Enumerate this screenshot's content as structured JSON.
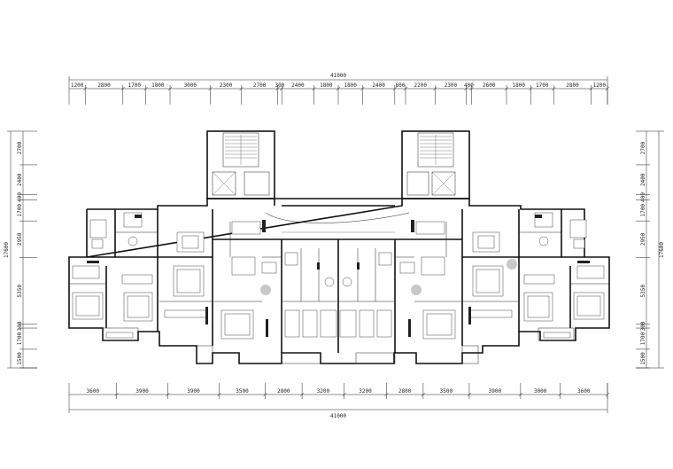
{
  "top_dimension": {
    "total": "41000",
    "segments": [
      "1200",
      "2800",
      "1700",
      "1800",
      "3000",
      "2300",
      "2700",
      "300",
      "2400",
      "1800",
      "1800",
      "2400",
      "800",
      "2200",
      "2300",
      "400",
      "2600",
      "1800",
      "1700",
      "2800",
      "1200"
    ]
  },
  "bottom_dimension": {
    "total": "41000",
    "segments": [
      "3600",
      "3900",
      "3900",
      "3500",
      "2800",
      "3200",
      "3200",
      "2800",
      "3500",
      "3900",
      "3000",
      "3600"
    ]
  },
  "left_dimension": {
    "total": "17600",
    "segments": [
      "2700",
      "2400",
      "400",
      "1700",
      "2950",
      "5350",
      "300",
      "1700",
      "1500"
    ]
  },
  "right_dimension": {
    "total": "17600",
    "segments": [
      "2700",
      "2400",
      "400",
      "1700",
      "2950",
      "5350",
      "300",
      "1700",
      "1500"
    ]
  },
  "colors": {
    "wall": "#111111",
    "marker": "#c8c8c8"
  }
}
